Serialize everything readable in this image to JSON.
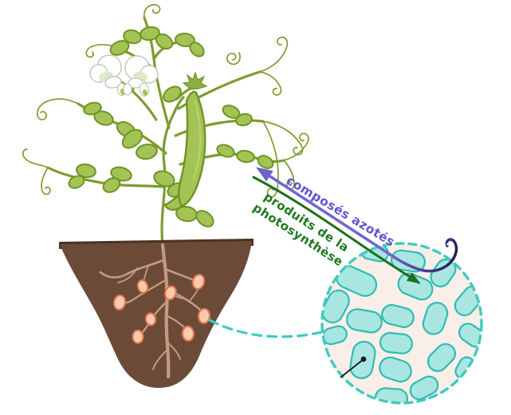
{
  "labels": {
    "nitrogen_compounds": {
      "text": "composés azotés",
      "color": "#6355cd"
    },
    "photosynthesis_products": {
      "line1": "produits de la",
      "line2": "photosynthèse",
      "color": "#1e7a1e"
    }
  },
  "colors": {
    "nitrogen_arrow": "#7164d2",
    "nitrogen_arrow_dark_end": "#262052",
    "photosynthesis_arrow": "#1c701c",
    "leaf_fill": "#a3c454",
    "leaf_outline": "#6f9326",
    "stem": "#7d9c2f",
    "flower": "#ffffff",
    "soil": "#6b4b38",
    "soil_surface": "#4b3322",
    "root": "#c49a82",
    "nodule_fill": "#f9caad",
    "nodule_outline": "#e3764b",
    "callout_fill": "#faeee8",
    "callout_border": "#41cac1",
    "bacterium_fill": "#a9e6e1",
    "bacterium_outline": "#2fbcb3",
    "pointer": "#1a1a1a"
  }
}
